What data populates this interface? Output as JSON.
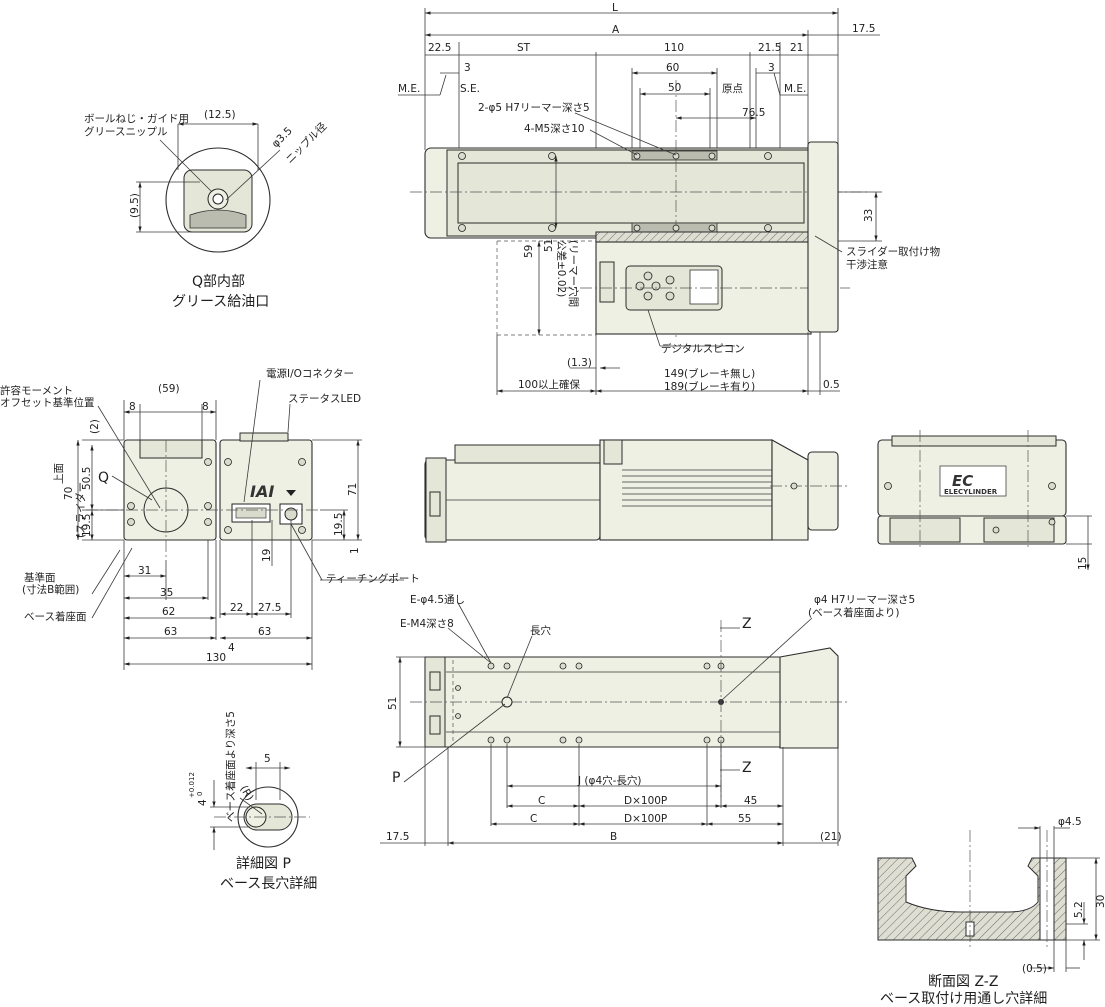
{
  "views": {
    "top": {
      "dims": {
        "L": "L",
        "A": "A",
        "d17_5": "17.5",
        "d22_5": "22.5",
        "ST": "ST",
        "d110": "110",
        "d21_5": "21.5",
        "d21": "21",
        "me_left": "M.E.",
        "se": "S.E.",
        "d3a": "3",
        "d3b": "3",
        "d60": "60",
        "d50": "50",
        "genten": "原点",
        "me_right": "M.E.",
        "d76_5": "76.5",
        "ream": "2-φ5 H7リーマー深さ5",
        "m5": "4-M5深さ10",
        "d33": "33",
        "d59": "59",
        "d51": "51",
        "ream_tol_1": "(リーマー穴間",
        "ream_tol_2": "公差±0.02)",
        "slider_1": "スライダー取付け物",
        "slider_2": "干渉注意",
        "digital": "デジタルスピコン",
        "d1_3": "(1.3)",
        "d100": "100以上確保",
        "d149": "149(ブレーキ無し)",
        "d189": "189(ブレーキ有り)",
        "d0_5": "0.5"
      }
    },
    "q_detail": {
      "d12_5": "(12.5)",
      "nipple_1": "ボールねじ・ガイド用",
      "nipple_2": "グリースニップル",
      "phi35": "φ3.5",
      "nipple_dia": "ニップル径",
      "d9_5": "(9.5)",
      "caption_1": "Q部内部",
      "caption_2": "グリース給油口"
    },
    "end": {
      "moment_1": "許容モーメント",
      "moment_2": "オフセット基準位置",
      "d59": "(59)",
      "d8a": "8",
      "d8b": "8",
      "d2": "(2)",
      "top_face": "上面",
      "q": "Q",
      "d70": "70",
      "d70_sub": "(スライダー",
      "d50_5": "50.5",
      "d19_5a": "19.5",
      "d31": "31",
      "d35": "35",
      "d62": "62",
      "d63a": "63",
      "d130": "130",
      "base_1": "基準面",
      "base_2": "(寸法B範囲)",
      "mount": "ベース着座面",
      "power": "電源I/Oコネクター",
      "status": "ステータスLED",
      "iai": "IAI",
      "d71": "71",
      "d19_5b": "19.5",
      "d1": "1",
      "d19": "19",
      "d22": "22",
      "d27_5": "27.5",
      "d63b": "63",
      "d4": "4",
      "teaching": "ティーチングポート"
    },
    "front": {
      "ec": "EC",
      "brand": "ELECYLINDER",
      "d15": "15"
    },
    "bottom": {
      "e45": "E-φ4.5通し",
      "em4": "E-M4深さ8",
      "slot": "長穴",
      "ream_1": "φ4 H7リーマー深さ5",
      "ream_2": "(ベース着座面より)",
      "z1": "Z",
      "z2": "Z",
      "d51": "51",
      "p": "P",
      "j": "J (φ4穴-長穴)",
      "c1": "C",
      "dx1": "D×100P",
      "d45": "45",
      "c2": "C",
      "dx2": "D×100P",
      "d55": "55",
      "d17_5": "17.5",
      "b": "B",
      "d21": "(21)"
    },
    "p_detail": {
      "depth": "ベース着座面より深さ5",
      "tol": "4",
      "tol_sup": "+0.012",
      "tol_sub": "0",
      "d5": "5",
      "r": "(R)",
      "caption_1": "詳細図 P",
      "caption_2": "ベース長穴詳細"
    },
    "zz": {
      "phi45": "φ4.5",
      "d5_2": "5.2",
      "d30": "30",
      "d0_5": "(0.5)",
      "caption_1": "断面図 Z-Z",
      "caption_2": "ベース取付け用通し穴詳細"
    }
  },
  "colors": {
    "body": "#eef0e4",
    "line": "#2d2d2d"
  }
}
